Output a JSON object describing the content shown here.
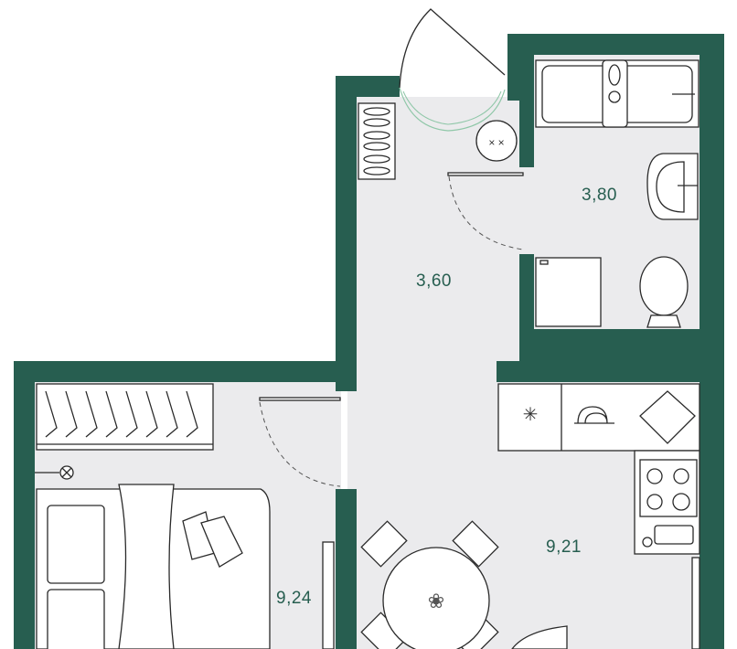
{
  "plan": {
    "colors": {
      "wall": "#275e50",
      "floor": "#ebebed",
      "label": "#275e50"
    },
    "rooms": [
      {
        "name": "hallway",
        "area": "3,60"
      },
      {
        "name": "bathroom",
        "area": "3,80"
      },
      {
        "name": "kitchen-living",
        "area": "9,21"
      },
      {
        "name": "bedroom",
        "area": "9,24"
      }
    ]
  }
}
